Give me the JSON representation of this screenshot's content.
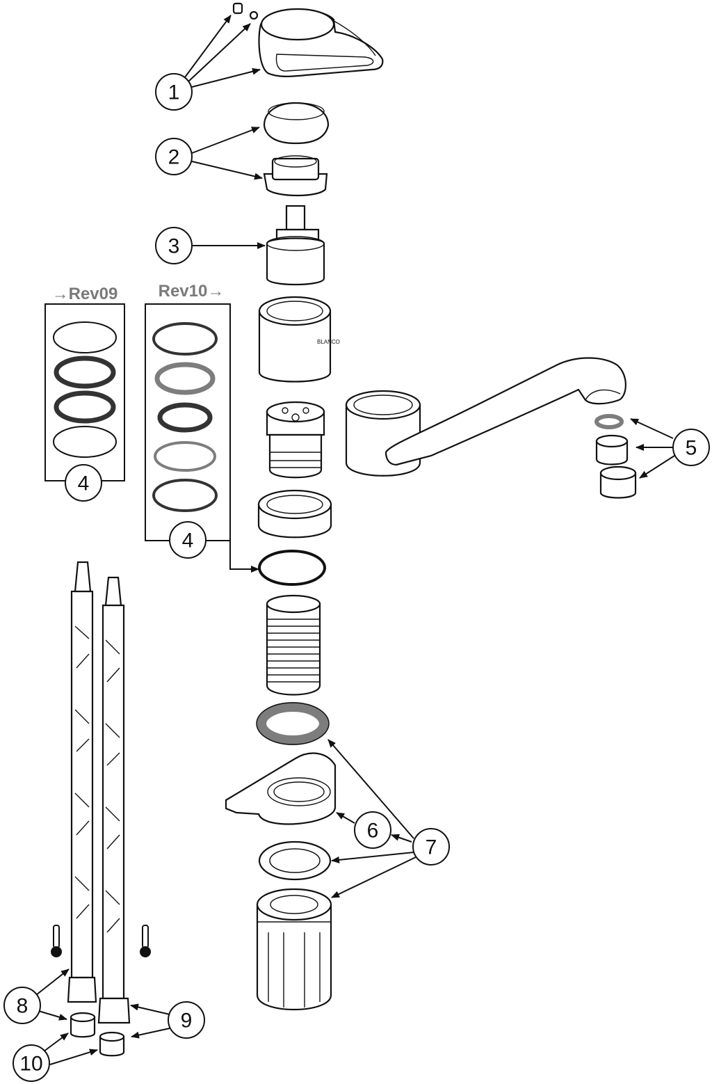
{
  "callouts": [
    "1",
    "2",
    "3",
    "4",
    "4",
    "5",
    "6",
    "7",
    "8",
    "9",
    "10"
  ],
  "revisions": {
    "left_label": "→Rev09",
    "right_label": "Rev10→"
  },
  "thread_mark": "BLANCO",
  "colors": {
    "line": "#111111",
    "gray_ring": "#7d7d7d",
    "dark_ring": "#333333",
    "rev_label": "#7a7a7a"
  },
  "icons": [
    "thermometer-icon",
    "thermometer-icon"
  ]
}
